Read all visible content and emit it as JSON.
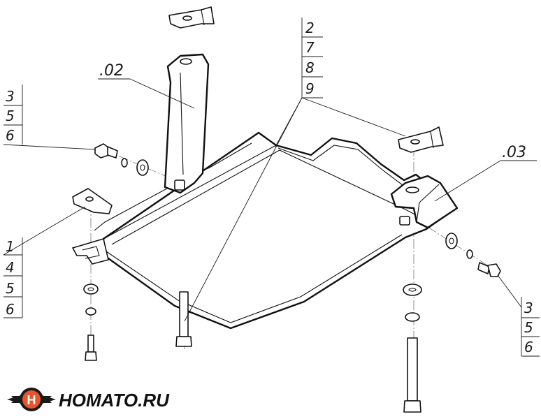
{
  "callouts": {
    "bracket_02": ".02",
    "bracket_03": ".03",
    "group_left": [
      "3",
      "5",
      "6"
    ],
    "group_center": [
      "2",
      "7",
      "8",
      "9"
    ],
    "group_bottom_left": [
      "1",
      "4",
      "5",
      "6"
    ],
    "group_right": [
      "3",
      "5",
      "6"
    ]
  },
  "logo": {
    "text": "HOMATO.RU",
    "emblem_letter": "H",
    "colors": {
      "accent": "#e8542c",
      "dark": "#1a1a1a"
    }
  }
}
